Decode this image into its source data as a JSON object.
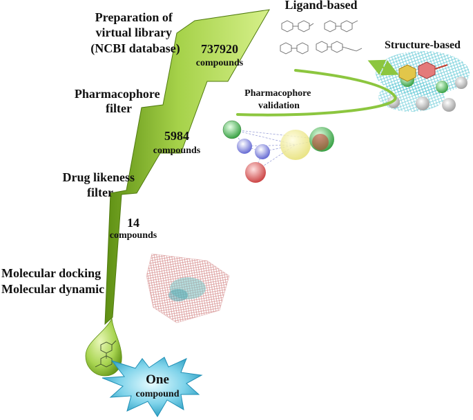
{
  "stages": [
    {
      "label": [
        "Preparation of",
        "virtual library",
        "(NCBI database)"
      ],
      "count": "737920",
      "unit": "compounds"
    },
    {
      "label": [
        "Pharmacophore",
        "filter"
      ],
      "count": "5984",
      "unit": "compounds"
    },
    {
      "label": [
        "Drug likeness",
        "filter"
      ],
      "count": "14",
      "unit": "compounds"
    },
    {
      "label": [
        "Molecular docking",
        "Molecular dynamic"
      ]
    }
  ],
  "ligand_based": "Ligand-based",
  "structure_based": "Structure-based",
  "validation": [
    "Pharmacophore",
    "validation"
  ],
  "result": {
    "count": "One",
    "unit": "compound"
  },
  "colors": {
    "funnel_light": "#c3e36a",
    "funnel_dark": "#5e8f13",
    "drop_light": "#d5ec88",
    "drop_dark": "#6aa11a",
    "arrow": "#8cc63f",
    "star_light": "#bfeefa",
    "star_dark": "#28a6c8"
  }
}
